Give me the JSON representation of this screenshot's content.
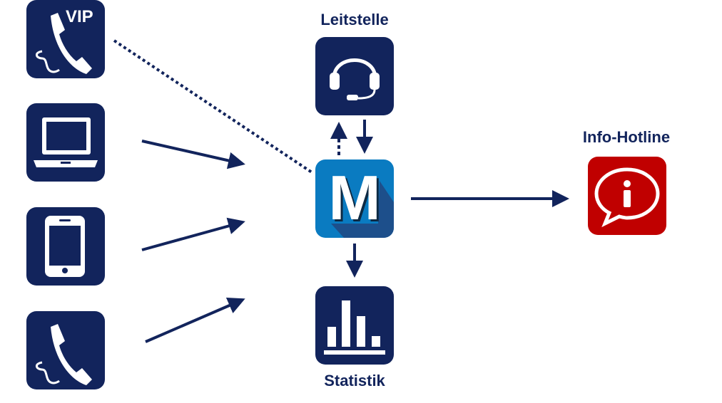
{
  "labels": {
    "dispatch": "Leitstelle",
    "hotline": "Info-Hotline",
    "statistics": "Statistik",
    "vip": "VIP",
    "center": "M"
  },
  "colors": {
    "navy": "#12245c",
    "center_blue": "#0a7bc1",
    "center_shadow": "#1d4f8b",
    "hotline_red": "#c00000"
  }
}
